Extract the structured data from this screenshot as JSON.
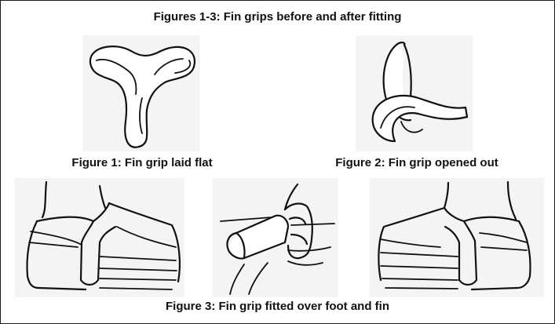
{
  "title": "Figures 1-3: Fin grips before and after fitting",
  "figures": [
    {
      "id": "figure-1",
      "caption": "Figure 1: Fin grip laid flat"
    },
    {
      "id": "figure-2",
      "caption": "Figure 2: Fin grip opened out"
    },
    {
      "id": "figure-3",
      "caption": "Figure 3: Fin grip fitted over foot and fin"
    }
  ],
  "colors": {
    "border": "#1a1a1a",
    "panel_background": "#f4f4f4",
    "ink": "#111111",
    "grip_highlight": "#ffffff"
  }
}
